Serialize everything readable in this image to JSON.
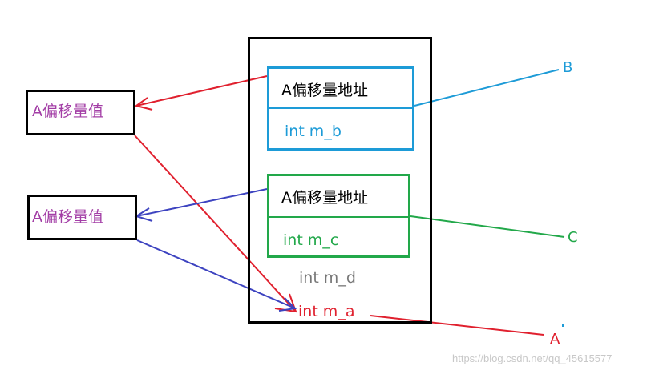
{
  "colors": {
    "black": "#000000",
    "blue": "#1d9bd7",
    "green": "#22a84a",
    "red": "#e0202e",
    "purple": "#a33ea6",
    "navy": "#3d43c0",
    "gray": "#777777",
    "watermark": "#c8c8c8"
  },
  "vb_b": {
    "ptr_label": "A偏移量地址",
    "member": "int  m_b",
    "tag": "B"
  },
  "vb_c": {
    "ptr_label": "A偏移量地址",
    "member": "int  m_c",
    "tag": "C"
  },
  "member_d": "int  m_d",
  "member_a": "int  m_a",
  "tag_a": "A",
  "offset_table_1": "A偏移量值",
  "offset_table_2": "A偏移量值",
  "watermark": "https://blog.csdn.net/qq_45615577"
}
